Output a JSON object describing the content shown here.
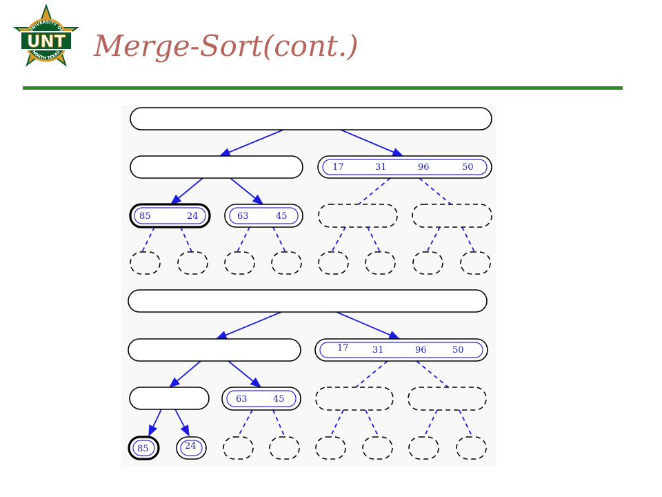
{
  "slide": {
    "title": "Merge-Sort(cont.)",
    "accent_color": "#b5655b",
    "rule_color": "#2e8b23",
    "logo": {
      "text": "UNT",
      "ring_text": "UNIVERSITY OF NORTH TEXAS",
      "colors": [
        "#0b5a2a",
        "#d89a2a",
        "#ffffff"
      ]
    }
  },
  "diagram": {
    "top_panel": {
      "level1_right": [
        "17",
        "31",
        "96",
        "50"
      ],
      "level2_left": [
        "85",
        "24"
      ],
      "level2_mid": [
        "63",
        "45"
      ]
    },
    "bottom_panel": {
      "level1_right": [
        "17",
        "31",
        "96",
        "50"
      ],
      "level2_mid": [
        "63",
        "45"
      ],
      "leaf_a": "85",
      "leaf_b": "24"
    }
  }
}
